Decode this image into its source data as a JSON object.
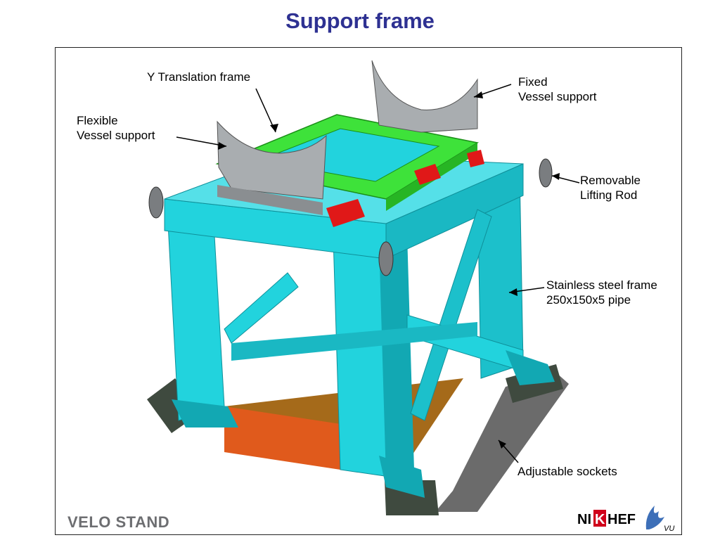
{
  "slide": {
    "title": "Support frame",
    "footer": "VELO STAND"
  },
  "callouts": {
    "y_translation_frame": "Y Translation frame",
    "fixed_vessel_support_1": "Fixed",
    "fixed_vessel_support_2": "Vessel support",
    "flexible_vessel_support_1": "Flexible",
    "flexible_vessel_support_2": "Vessel support",
    "removable_lifting_rod_1": "Removable",
    "removable_lifting_rod_2": "Lifting Rod",
    "stainless_frame_1": "Stainless steel frame",
    "stainless_frame_2": "250x150x5 pipe",
    "adjustable_sockets": "Adjustable sockets"
  },
  "logos": {
    "nikhef_part1": "NI",
    "nikhef_part2": "K",
    "nikhef_part3": "HEF",
    "vu": "VU"
  },
  "colors": {
    "title": "#2e3192",
    "frame_cyan": "#22d3dd",
    "frame_cyan_dark": "#12a8b3",
    "translation_green": "#3ee23a",
    "vessel_support_grey": "#a9adb0",
    "floor_brown": "#a56a1a",
    "floor_orange": "#e05a1c",
    "socket_dark": "#3f4a3f",
    "motor_red": "#e01818",
    "footer_grey": "#6d6e71"
  }
}
